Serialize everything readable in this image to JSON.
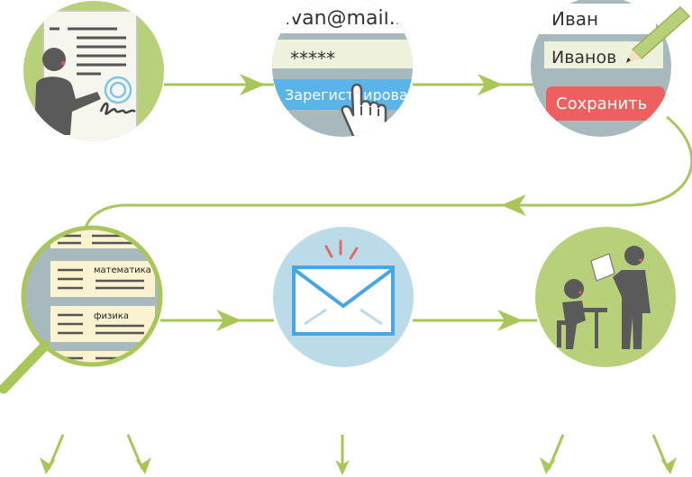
{
  "step2": {
    "email_value": "ivan@mail.ru",
    "password_value": "*****",
    "register_button_label": "Зарегистрироваться"
  },
  "step3": {
    "first_name_value": "Иван",
    "last_name_value": "Иванов",
    "save_button_label": "Сохранить"
  },
  "step4": {
    "subjects": [
      "математика",
      "физика"
    ]
  },
  "colors": {
    "flow_line": "#a9c65a",
    "circle_green": "#b9d07a",
    "circle_gray": "#a7b9bc",
    "circle_blue": "#bcdbe8",
    "register_blue": "#5ab4ea",
    "save_red": "#ee6060",
    "envelope_blue": "#4aa6e0"
  },
  "icons": {
    "step1": "person-signing-document-icon",
    "step2": "registration-form-with-hand-cursor-icon",
    "step3": "profile-form-with-pencil-icon",
    "step4": "magnifier-over-subject-list-icon",
    "step5": "envelope-notification-icon",
    "step6": "teacher-and-student-icon"
  }
}
